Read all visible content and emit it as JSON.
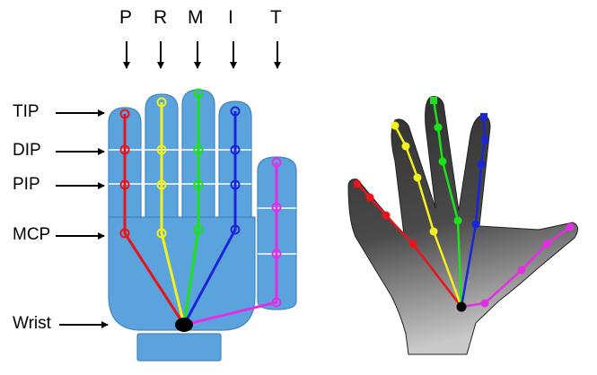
{
  "fingers": {
    "pinky": "P",
    "ring": "R",
    "middle": "M",
    "index": "I",
    "thumb": "T"
  },
  "joints": {
    "tip": "TIP",
    "dip": "DIP",
    "pip": "PIP",
    "mcp": "MCP",
    "wrist": "Wrist"
  },
  "colors": {
    "pinky": "#e8141b",
    "ring": "#f3f01e",
    "middle": "#1ce21c",
    "index": "#1a25d8",
    "thumb": "#e62ce6",
    "hand_fill": "#5aa3dc",
    "hand_stroke": "#3f86c4"
  }
}
